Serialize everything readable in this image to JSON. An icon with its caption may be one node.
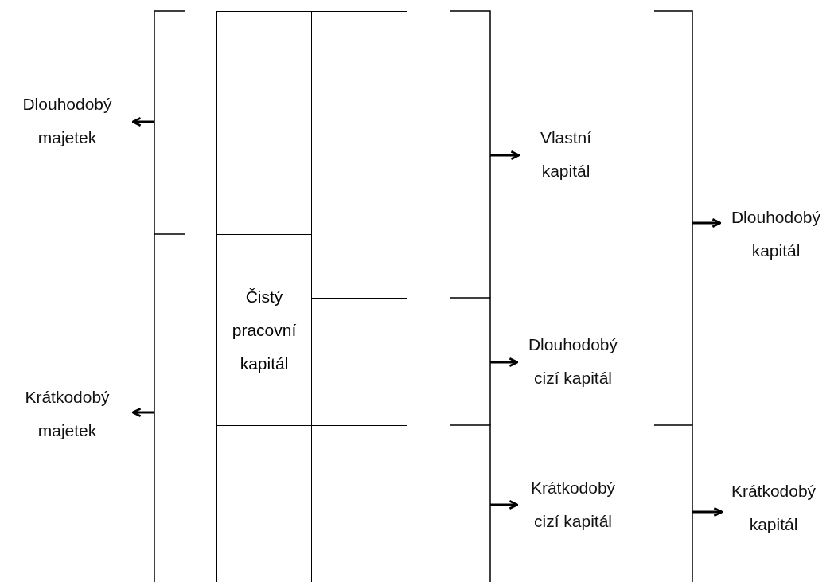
{
  "diagram": {
    "nodes": [
      {
        "text": [
          "Dlouhodobý majetek"
        ]
      },
      {
        "text": [
          "Krátkodobý majetek"
        ]
      },
      {
        "text": [],
        "shape": "box"
      },
      {
        "text": [
          "Čistý pracovní kapitál"
        ]
      },
      {
        "text": [],
        "shape": "box"
      },
      {
        "text": [],
        "shape": "box"
      },
      {
        "text": [],
        "shape": "box"
      },
      {
        "text": [],
        "shape": "box"
      },
      {
        "text": [
          "Vlastní kapitál"
        ]
      },
      {
        "text": [
          "Dlouhodobý cizí kapitál"
        ]
      },
      {
        "text": [
          "Krátkodobý cizí kapitál"
        ]
      },
      {
        "text": [
          "Dlouhodobý kapitál"
        ]
      },
      {
        "text": [
          "Krátkodobý kapitál"
        ]
      },
      {
        "text": [],
        "shape": "bracket"
      },
      {
        "text": [],
        "shape": "bracket"
      },
      {
        "text": [],
        "shape": "bracket"
      },
      {
        "text": [],
        "shape": "bracket"
      },
      {
        "text": [],
        "shape": "bracket"
      },
      {
        "text": [],
        "shape": "bracket"
      },
      {
        "text": [],
        "shape": "bracket"
      }
    ],
    "edges": [
      {
        "from": 13,
        "to": 0,
        "arrow": "to"
      },
      {
        "from": 14,
        "to": 1,
        "arrow": "to"
      },
      {
        "from": 15,
        "to": 8,
        "arrow": "to"
      },
      {
        "from": 16,
        "to": 9,
        "arrow": "to"
      },
      {
        "from": 17,
        "to": 10,
        "arrow": "to"
      },
      {
        "from": 18,
        "to": 11,
        "arrow": "to"
      },
      {
        "from": 19,
        "to": 12,
        "arrow": "to"
      }
    ]
  }
}
